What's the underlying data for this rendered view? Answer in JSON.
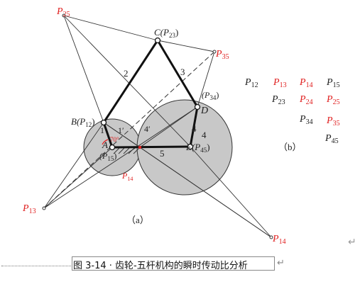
{
  "diagram": {
    "points": {
      "P25": "P",
      "P25_sub": "25",
      "C": "C(P",
      "C_sub": "23",
      "C_close": ")",
      "P35": "P",
      "P35_sub": "35",
      "P34_paren": "(P",
      "P34_sub": "34",
      "P34_close": ")",
      "D": "D",
      "B": "B(P",
      "B_sub": "12",
      "B_close": ")",
      "A": "A",
      "A_p": "(P",
      "A_sub": "15",
      "A_close": ")",
      "E": "E(P",
      "E_sub": "45",
      "E_close": ")",
      "P14_small": "P",
      "P14_small_sub": "14",
      "P13": "P",
      "P13_sub": "13",
      "P14": "P",
      "P14_sub": "14"
    },
    "link_labels": {
      "l2": "2",
      "l3": "3",
      "l1": "1",
      "l1p": "1′",
      "l4p": "4′",
      "l4a": "4",
      "l4b": "4",
      "l5": "5"
    },
    "angle_label": "70°",
    "sub_a": "（a）",
    "sub_b": "（b）"
  },
  "pole_table": {
    "rows": [
      [
        {
          "p": "P",
          "s": "12",
          "color": "#222222"
        },
        {
          "p": "P",
          "s": "13",
          "color": "#e02020"
        },
        {
          "p": "P",
          "s": "14",
          "color": "#e02020"
        },
        {
          "p": "P",
          "s": "15",
          "color": "#222222"
        }
      ],
      [
        {
          "p": "P",
          "s": "23",
          "color": "#222222"
        },
        {
          "p": "P",
          "s": "24",
          "color": "#e02020"
        },
        {
          "p": "P",
          "s": "25",
          "color": "#e02020"
        }
      ],
      [
        {
          "p": "P",
          "s": "34",
          "color": "#222222"
        },
        {
          "p": "P",
          "s": "35",
          "color": "#e02020"
        }
      ],
      [
        {
          "p": "P",
          "s": "45",
          "color": "#222222"
        }
      ]
    ]
  },
  "caption": {
    "text": "图 3-14 · 齿轮-五杆机构的瞬时传动比分析",
    "return_mark": "↵",
    "para_mark": "↵"
  },
  "colors": {
    "accent_red": "#e02020",
    "circle_fill": "#c8c8c8"
  }
}
